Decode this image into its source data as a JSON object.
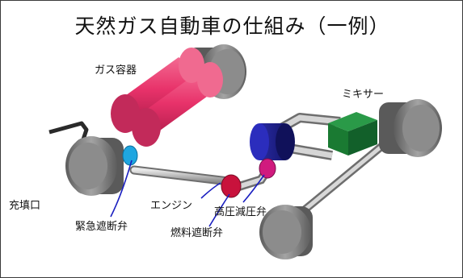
{
  "title": "天然ガス自動車の仕組み（一例）",
  "labels": {
    "gas_tank": "ガス容器",
    "mixer": "ミキサー",
    "filler_port": "充填口",
    "engine": "エンジン",
    "regulator": "高圧減圧弁",
    "emergency_valve": "緊急遮断弁",
    "fuel_valve": "燃料遮断弁"
  },
  "colors": {
    "tank": "#e8326a",
    "engine": "#1c1e8c",
    "mixer": "#1a7a32",
    "emergency_valve": "#1ea6e0",
    "fuel_valve": "#c8123c",
    "regulator": "#d01a7e",
    "wheel": "#808080",
    "pipe": "#b8b8b8"
  },
  "icons": {
    "emergency_valve": "cyan-disc",
    "fuel_valve": "red-disc",
    "regulator": "magenta-disc"
  }
}
